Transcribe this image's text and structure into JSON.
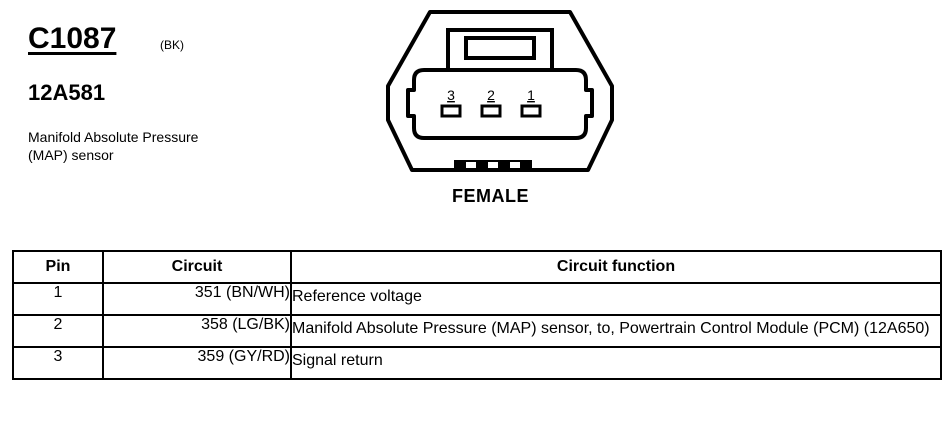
{
  "connector": {
    "id": "C1087",
    "color_code": "(BK)",
    "part_number": "12A581",
    "description": "Manifold Absolute Pressure (MAP) sensor"
  },
  "diagram": {
    "pin_labels": [
      "3",
      "2",
      "1"
    ],
    "gender": "FEMALE"
  },
  "table": {
    "headers": {
      "pin": "Pin",
      "circuit": "Circuit",
      "function": "Circuit function"
    },
    "rows": [
      {
        "pin": "1",
        "circuit": "351 (BN/WH)",
        "function": "Reference voltage"
      },
      {
        "pin": "2",
        "circuit": "358 (LG/BK)",
        "function": "Manifold Absolute Pressure (MAP) sensor, to, Powertrain Control Module (PCM) (12A650)"
      },
      {
        "pin": "3",
        "circuit": "359 (GY/RD)",
        "function": "Signal return"
      }
    ]
  }
}
